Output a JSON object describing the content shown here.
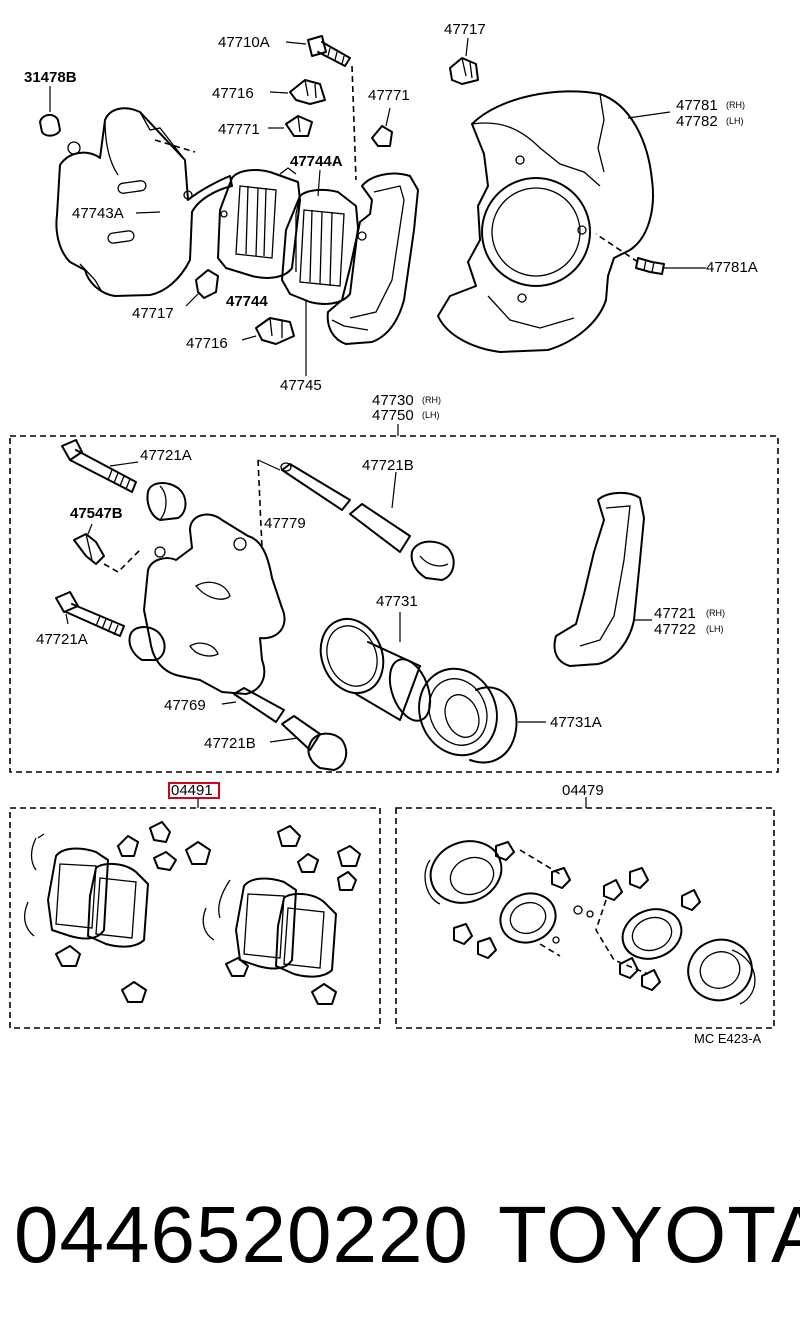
{
  "labels": {
    "l_31478B": "31478B",
    "l_47710A": "47710A",
    "l_47717_top": "47717",
    "l_47716_top": "47716",
    "l_47771_a": "47771",
    "l_47771_b": "47771",
    "l_47744A": "47744A",
    "l_47743A": "47743A",
    "l_47744": "47744",
    "l_47717_bot": "47717",
    "l_47716_bot": "47716",
    "l_47745": "47745",
    "l_47781": "47781",
    "l_47782": "47782",
    "l_47781A": "47781A",
    "l_47730": "47730",
    "l_47750": "47750",
    "l_47721A_top": "47721A",
    "l_47721B_top": "47721B",
    "l_47547B": "47547B",
    "l_47779": "47779",
    "l_47731": "47731",
    "l_47721A_bot": "47721A",
    "l_47721": "47721",
    "l_47722": "47722",
    "l_47769": "47769",
    "l_47721B_bot": "47721B",
    "l_47731A": "47731A",
    "l_04491": "04491",
    "l_04479": "04479",
    "diagram_code": "MC E423-A"
  },
  "suffixes": {
    "rh": "(RH)",
    "lh": "(LH)"
  },
  "footer": {
    "part_number": "0446520220",
    "brand": "TOYOTA"
  },
  "colors": {
    "highlight": "#d0021b",
    "line": "#000000",
    "background": "#ffffff"
  }
}
